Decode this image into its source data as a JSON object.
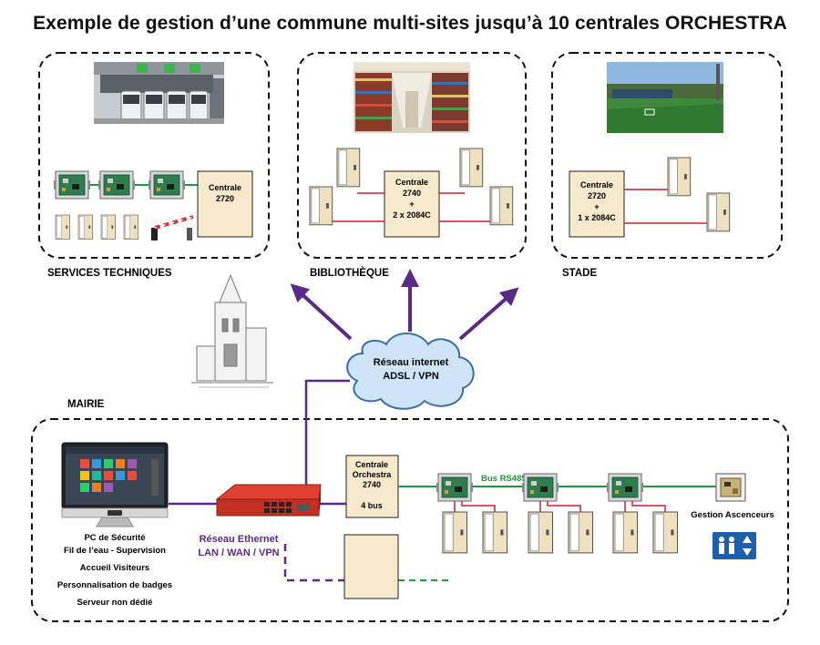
{
  "title": "Exemple de gestion d’une commune multi-sites jusqu’à 10 centrales ORCHESTRA",
  "sites": {
    "services_techniques": {
      "label": "SERVICES TECHNIQUES",
      "centrale": [
        "Centrale",
        "2720"
      ]
    },
    "bibliotheque": {
      "label": "BIBLIOTHÈQUE",
      "centrale": [
        "Centrale",
        "2740",
        "+",
        "2 x 2084C"
      ]
    },
    "stade": {
      "label": "STADE",
      "centrale": [
        "Centrale",
        "2720",
        "+",
        "1 x 2084C"
      ]
    }
  },
  "cloud": {
    "line1": "Réseau internet",
    "line2": "ADSL / VPN"
  },
  "mairie": {
    "label": "MAIRIE",
    "pc_texts": [
      "PC de Sécurité",
      "Fil de l’eau - Supervision",
      "Accueil Visiteurs",
      "Personnalisation de badges",
      "Serveur non dédié"
    ],
    "ethernet": {
      "line1": "Réseau Ethernet",
      "line2": "LAN / WAN / VPN"
    },
    "centrale": [
      "Centrale",
      "Orchestra",
      "2740",
      "",
      "4 bus"
    ],
    "bus_label": "Bus RS485",
    "ascenseurs_label": "Gestion Ascenceurs"
  },
  "colors": {
    "purple": "#5b2a86",
    "green": "#1f9a3c",
    "red": "#cc2233",
    "box_fill": "#f6e9cc",
    "door_fill": "#efe1bf",
    "controller_green": "#2f7d4f"
  }
}
